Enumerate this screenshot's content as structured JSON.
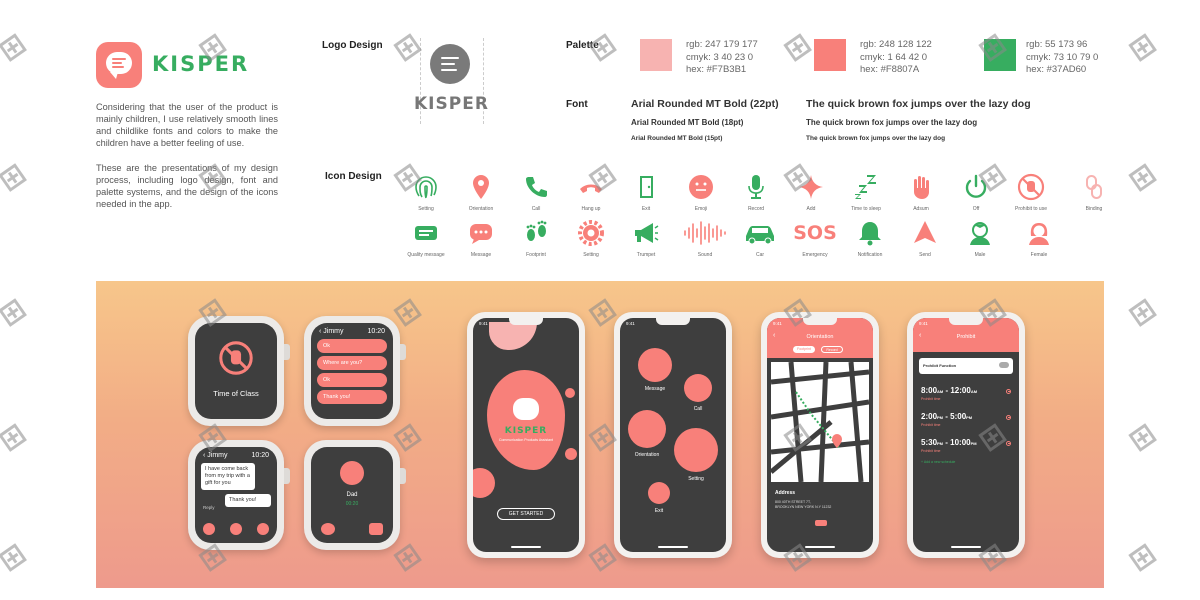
{
  "brand": {
    "name": "KISPER",
    "description_1": "Considering that the user of the product is mainly children, I use relatively smooth lines and childlike fonts and colors to make the children have a better feeling of use.",
    "description_2": "These are the presentations of my design process, including logo design, font and palette systems, and the design of the icons needed in the app."
  },
  "logo_design": {
    "label": "Logo Design",
    "wordmark": "KISPER"
  },
  "palette": {
    "label": "Palette",
    "colors": [
      {
        "hex": "#F7B3B1",
        "rgb": "rgb: 247 179 177",
        "cmyk": "cmyk: 3 40 23 0",
        "hex_text": "hex: #F7B3B1"
      },
      {
        "hex": "#F8807A",
        "rgb": "rgb: 248 128 122",
        "cmyk": "cmyk: 1 64 42 0",
        "hex_text": "hex: #F8807A"
      },
      {
        "hex": "#37AD60",
        "rgb": "rgb: 55 173 96",
        "cmyk": "cmyk: 73 10 79 0",
        "hex_text": "hex: #37AD60"
      }
    ]
  },
  "font": {
    "label": "Font",
    "names": [
      "Arial Rounded MT Bold (22pt)",
      "Arial Rounded MT Bold (18pt)",
      "Arial Rounded MT Bold (15pt)"
    ],
    "samples": [
      "The quick brown fox jumps over the lazy dog",
      "The quick brown fox jumps over the lazy dog",
      "The quick brown fox jumps over the lazy dog"
    ]
  },
  "icon_design": {
    "label": "Icon Design",
    "row1": [
      {
        "name": "fingerprint-icon",
        "label": "Setting",
        "color": "#37AD60"
      },
      {
        "name": "location-pin-icon",
        "label": "Orientation",
        "color": "#F8807A"
      },
      {
        "name": "phone-call-icon",
        "label": "Call",
        "color": "#37AD60"
      },
      {
        "name": "hang-up-icon",
        "label": "Hang up",
        "color": "#F8807A"
      },
      {
        "name": "exit-door-icon",
        "label": "Exit",
        "color": "#37AD60"
      },
      {
        "name": "emoji-icon",
        "label": "Emoji",
        "color": "#F8807A"
      },
      {
        "name": "microphone-icon",
        "label": "Record",
        "color": "#37AD60"
      },
      {
        "name": "sparkle-icon",
        "label": "Add",
        "color": "#F8807A"
      },
      {
        "name": "sleep-icon",
        "label": "Time to sleep",
        "color": "#37AD60"
      },
      {
        "name": "hand-icon",
        "label": "Adsum",
        "color": "#F8807A"
      },
      {
        "name": "power-icon",
        "label": "Off",
        "color": "#37AD60"
      },
      {
        "name": "prohibit-icon",
        "label": "Prohibit to use",
        "color": "#F8807A"
      },
      {
        "name": "binding-link-icon",
        "label": "Binding",
        "color": "#F7B3B1"
      }
    ],
    "row2": [
      {
        "name": "quality-message-icon",
        "label": "Quality message",
        "color": "#37AD60"
      },
      {
        "name": "message-icon",
        "label": "Message",
        "color": "#F8807A"
      },
      {
        "name": "footprint-icon",
        "label": "Footprint",
        "color": "#37AD60"
      },
      {
        "name": "gear-icon",
        "label": "Setting",
        "color": "#F8807A"
      },
      {
        "name": "trumpet-icon",
        "label": "Trumpet",
        "color": "#37AD60"
      },
      {
        "name": "sound-wave-icon",
        "label": "Sound",
        "color": "#F8807A"
      },
      {
        "name": "car-icon",
        "label": "Car",
        "color": "#37AD60"
      },
      {
        "name": "sos-icon",
        "label": "Emergency",
        "color": "#F8807A",
        "text": "SOS"
      },
      {
        "name": "bell-icon",
        "label": "Notification",
        "color": "#37AD60"
      },
      {
        "name": "send-icon",
        "label": "Send",
        "color": "#F8807A"
      },
      {
        "name": "male-avatar-icon",
        "label": "Male",
        "color": "#37AD60"
      },
      {
        "name": "female-avatar-icon",
        "label": "Female",
        "color": "#F8807A"
      }
    ]
  },
  "watch_screens": {
    "class_time": {
      "label": "Time of Class"
    },
    "chat": {
      "contact": "Jimmy",
      "time": "10:20",
      "replies": [
        "Ok",
        "Where are you?",
        "Ok",
        "Thank you!"
      ]
    },
    "conversation": {
      "contact": "Jimmy",
      "time": "10:20",
      "incoming": "I have come back from my trip with a gift for you",
      "outgoing": "Thank you!",
      "reply_label": "Reply"
    },
    "calling": {
      "caller": "Dad",
      "duration": "00:20"
    }
  },
  "phone_screens": {
    "splash": {
      "time": "9:41",
      "brand": "KISPER",
      "tagline": "Communication Products Assistant",
      "cta": "GET STARTED"
    },
    "menu": {
      "time": "9:41",
      "items": [
        "Message",
        "Call",
        "Orientation",
        "Setting",
        "Exit"
      ]
    },
    "orientation": {
      "time": "9:41",
      "title": "Orientation",
      "tabs": [
        "Footprint",
        "Record"
      ],
      "address_label": "Address",
      "address_line_1": "800 40TH STREET 7T,",
      "address_line_2": "BROOKLYN NEW YORK N.Y 11232"
    },
    "prohibit": {
      "time": "9:41",
      "title": "Prohibit",
      "function_label": "Prohibit Function",
      "schedules": [
        {
          "start": "8:00",
          "end": "12:00",
          "start_suffix": "AM",
          "end_suffix": "AM",
          "note": "Prohibit time"
        },
        {
          "start": "2:00",
          "end": "5:00",
          "start_suffix": "PM",
          "end_suffix": "PM",
          "note": "Prohibit time"
        },
        {
          "start": "5:30",
          "end": "10:00",
          "start_suffix": "PM",
          "end_suffix": "PM",
          "note": "Prohibit time"
        }
      ],
      "add_label": "Add a new schedule"
    }
  }
}
